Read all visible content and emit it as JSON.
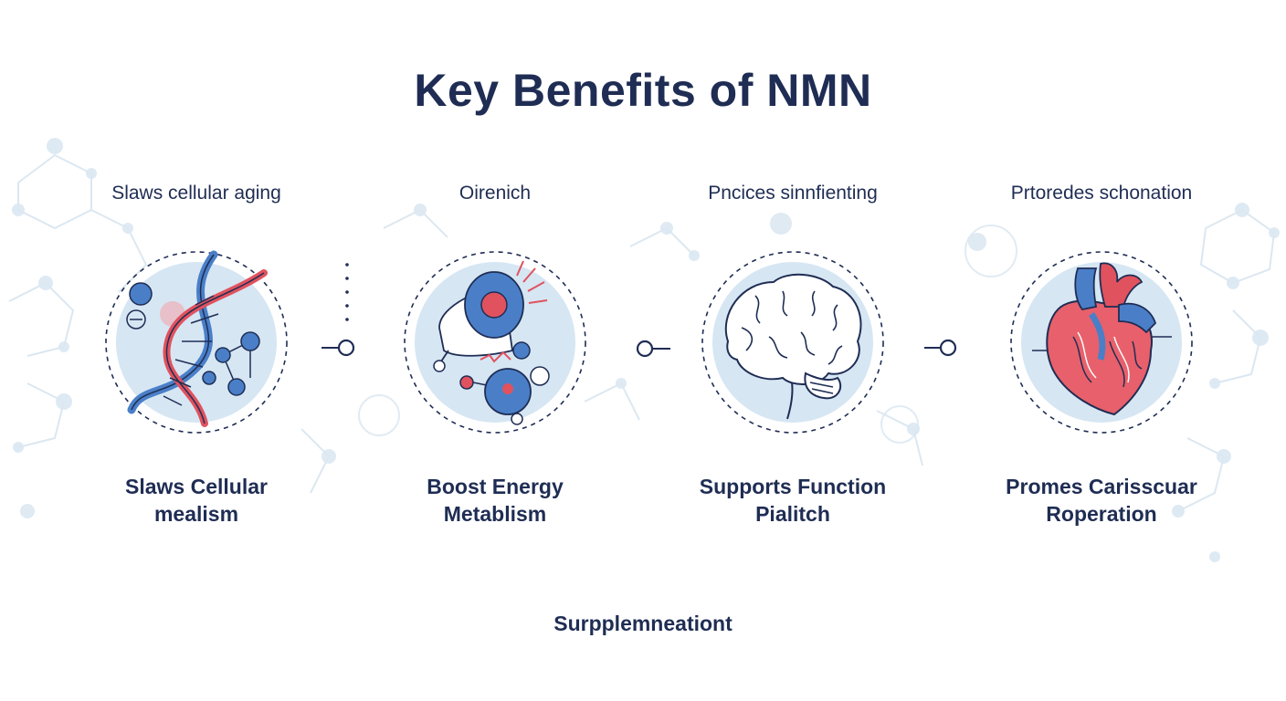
{
  "title": "Key Benefits of NMN",
  "footer": "Surpplemneationt",
  "colors": {
    "navy": "#1f2d54",
    "circle_fill": "#d6e6f3",
    "blue": "#4a7fc8",
    "red": "#e0525e",
    "molecule": "#c9dceb"
  },
  "benefits": [
    {
      "top_label": "Slaws cellular aging",
      "bottom_line1": "Slaws Cellular",
      "bottom_line2": "mealism",
      "icon": "dna-icon"
    },
    {
      "top_label": "Oirenich",
      "bottom_line1": "Boost  Energy",
      "bottom_line2": "Metablism",
      "icon": "cell-energy-icon"
    },
    {
      "top_label": "Pncices sinnfienting",
      "bottom_line1": "Supports Function",
      "bottom_line2": "Pialitch",
      "icon": "brain-icon"
    },
    {
      "top_label": "Prtoredes schonation",
      "bottom_line1": "Promes Carisscuar",
      "bottom_line2": "Roperation",
      "icon": "heart-icon"
    }
  ]
}
